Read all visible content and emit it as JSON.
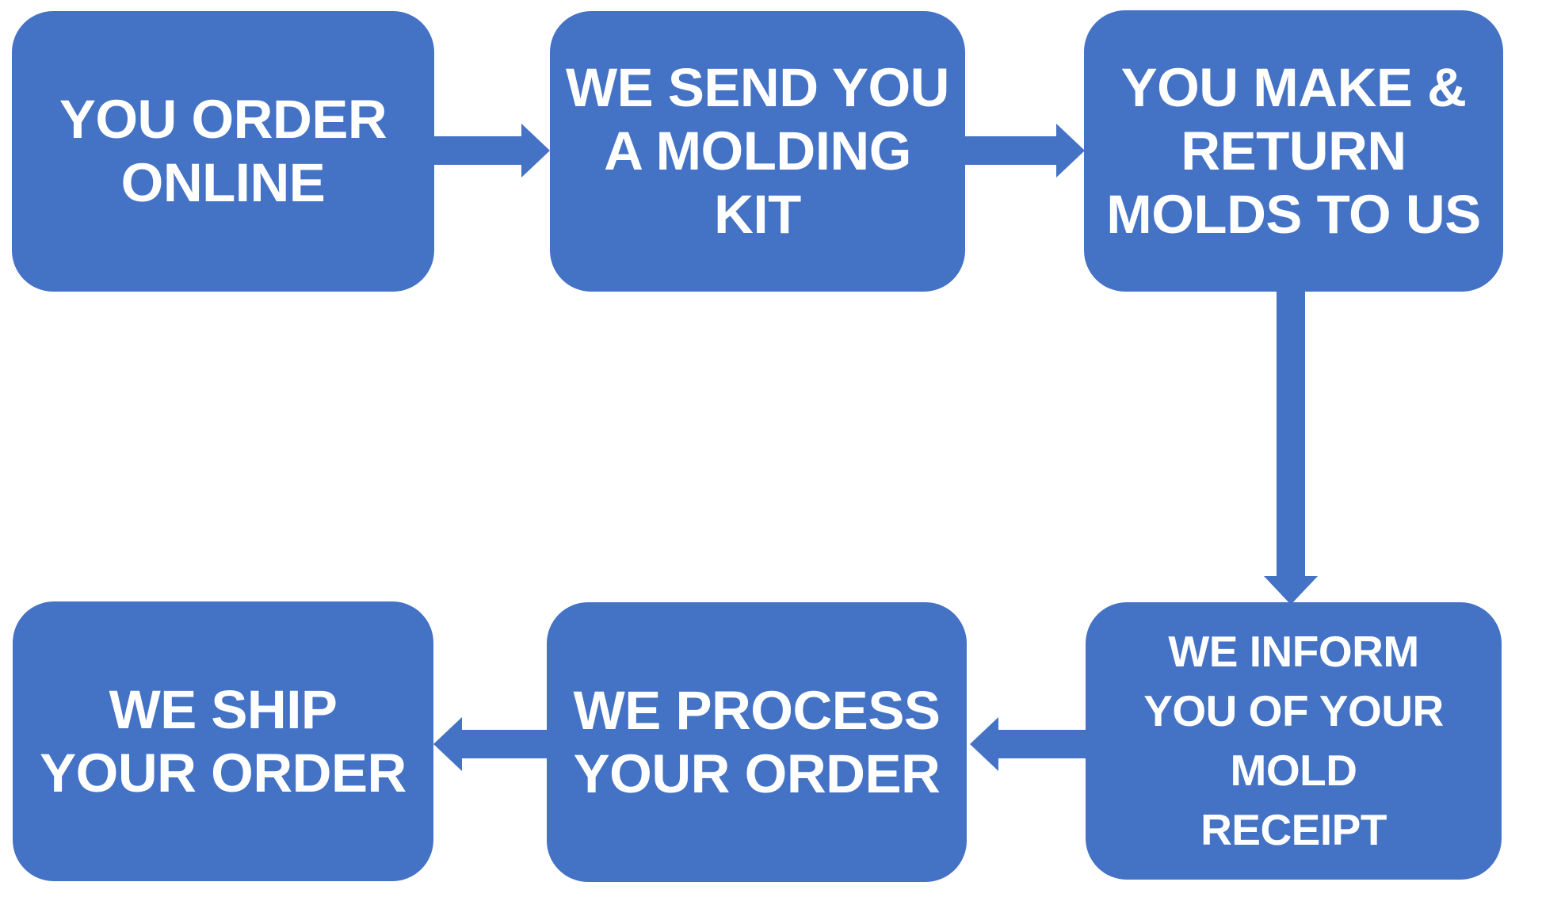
{
  "colors": {
    "node": "#4472C4",
    "text": "#FFFFFF",
    "bg": "#FFFFFF"
  },
  "nodes": [
    {
      "id": "order-online",
      "lines": [
        "YOU ORDER",
        "ONLINE"
      ]
    },
    {
      "id": "send-molding-kit",
      "lines": [
        "WE SEND YOU",
        "A MOLDING",
        "KIT"
      ]
    },
    {
      "id": "make-return-molds",
      "lines": [
        "YOU MAKE &",
        "RETURN",
        "MOLDS TO US"
      ]
    },
    {
      "id": "inform-mold-receipt",
      "lines": [
        "WE INFORM",
        "YOU OF YOUR",
        "MOLD",
        "RECEIPT"
      ]
    },
    {
      "id": "process-order",
      "lines": [
        "WE PROCESS",
        "YOUR ORDER"
      ]
    },
    {
      "id": "ship-order",
      "lines": [
        "WE SHIP",
        "YOUR ORDER"
      ]
    }
  ],
  "arrows": [
    {
      "from": "order-online",
      "to": "send-molding-kit",
      "direction": "right"
    },
    {
      "from": "send-molding-kit",
      "to": "make-return-molds",
      "direction": "right"
    },
    {
      "from": "make-return-molds",
      "to": "inform-mold-receipt",
      "direction": "down"
    },
    {
      "from": "inform-mold-receipt",
      "to": "process-order",
      "direction": "left"
    },
    {
      "from": "process-order",
      "to": "ship-order",
      "direction": "left"
    }
  ]
}
